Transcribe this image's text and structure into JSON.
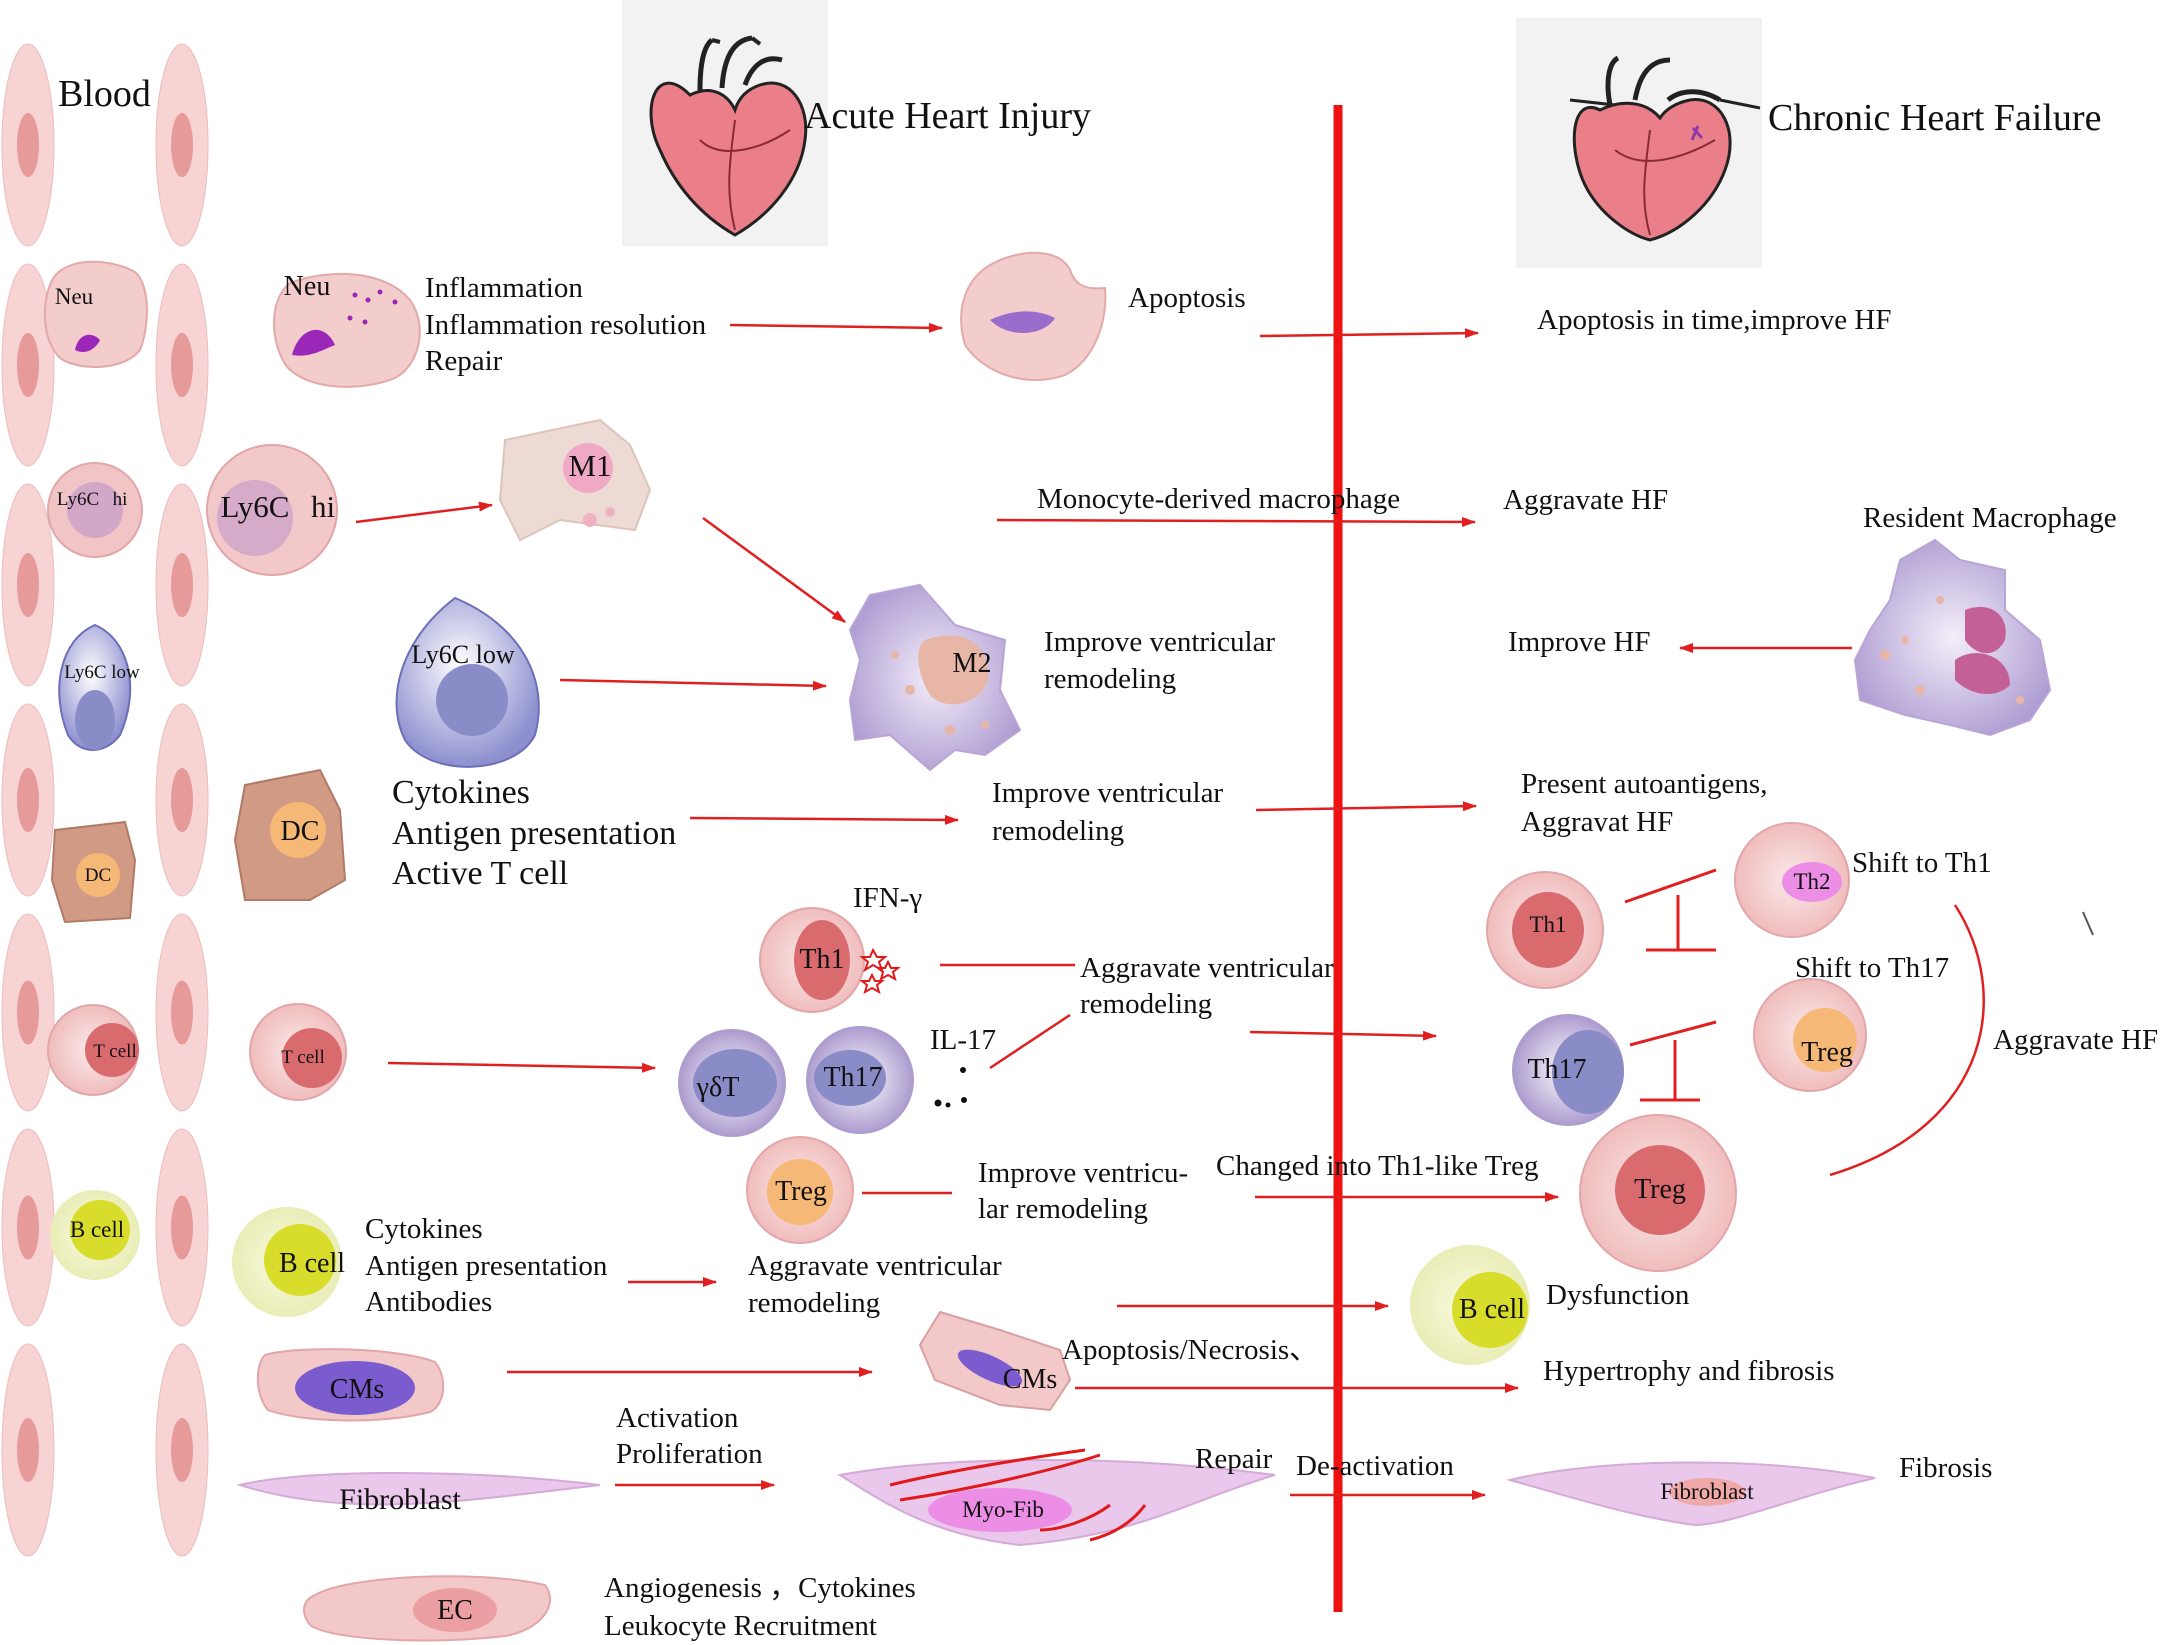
{
  "header": {
    "blood": "Blood",
    "acute": "Acute Heart Injury",
    "chronic": "Chronic Heart Failure"
  },
  "blood_cells": {
    "neu": "Neu",
    "ly6c_hi_a": "Ly6C",
    "ly6c_hi_b": "hi",
    "ly6c_low": "Ly6C low",
    "dc": "DC",
    "t_cell": "T cell",
    "b_cell": "B cell"
  },
  "acute": {
    "neu": "Neu",
    "neu_roles": [
      "Inflammation",
      "Inflammation resolution",
      "Repair"
    ],
    "ly6c_hi_a": "Ly6C",
    "ly6c_hi_b": "hi",
    "m1": "M1",
    "ly6c_low": "Ly6C low",
    "m2": "M2",
    "m2_effect": [
      "Improve ventricular",
      "remodeling"
    ],
    "apoptosis": "Apoptosis",
    "dc": "DC",
    "dc_roles": [
      "Cytokines",
      "Antigen presentation",
      "Active T cell"
    ],
    "dc_effect": [
      "Improve ventricular",
      "remodeling"
    ],
    "ifn": "IFN-γ",
    "th1": "Th1",
    "th1_effect": [
      "Aggravate ventricular",
      "remodeling"
    ],
    "t_cell": "T cell",
    "gdt": "γδT",
    "th17": "Th17",
    "il17": "IL-17",
    "treg": "Treg",
    "treg_effect": [
      "Improve ventricu-",
      "lar remodeling"
    ],
    "b_cell": "B cell",
    "b_roles": [
      "Cytokines",
      "Antigen presentation",
      "Antibodies"
    ],
    "b_effect": [
      "Aggravate ventricular",
      "remodeling"
    ],
    "cms": "CMs",
    "cms2": "CMs",
    "cms_effect": "Apoptosis/Necrosis、",
    "fibroblast": "Fibroblast",
    "fib_roles": [
      "Activation",
      "Proliferation"
    ],
    "myofib": "Myo-Fib",
    "repair": "Repair",
    "ec": "EC",
    "ec_roles": [
      "Angiogenesis ，Cytokines",
      "Leukocyte Recruitment"
    ]
  },
  "chronic": {
    "neu_outcome": "Apoptosis in time,improve HF",
    "mono_macro": "Monocyte-derived macrophage",
    "aggravate_hf": "Aggravate HF",
    "resident_macro": "Resident Macrophage",
    "improve_hf": "Improve HF",
    "dc_outcome": [
      "Present autoantigens,",
      "Aggravat HF"
    ],
    "th1": "Th1",
    "th2": "Th2",
    "shift_th1": "Shift to Th1",
    "shift_th17": "Shift to Th17",
    "th17": "Th17",
    "treg": "Treg",
    "treg2": "Treg",
    "aggravate_hf2": "Aggravate HF",
    "changed_treg": "Changed into Th1-like Treg",
    "b_cell": "B cell",
    "dysfunction": "Dysfunction",
    "hypertrophy": "Hypertrophy  and fibrosis",
    "deactivation": "De-activation",
    "fibroblast": "Fibroblast",
    "fibrosis": "Fibrosis"
  },
  "colors": {
    "divider": "#ee1111",
    "arrow": "#e02020",
    "vessel": "#f7d3d3",
    "nucleus_pink": "#e69a9a",
    "nucleus_blue": "#8a8cc8",
    "dc_tan": "#d19a84",
    "bcell_yellow": "#d8dc2a",
    "treg_orange": "#f6b877",
    "cm_purple": "#7b5ccf",
    "fib_lilac": "#eac8ec",
    "heart_pink": "#ea7f89"
  }
}
